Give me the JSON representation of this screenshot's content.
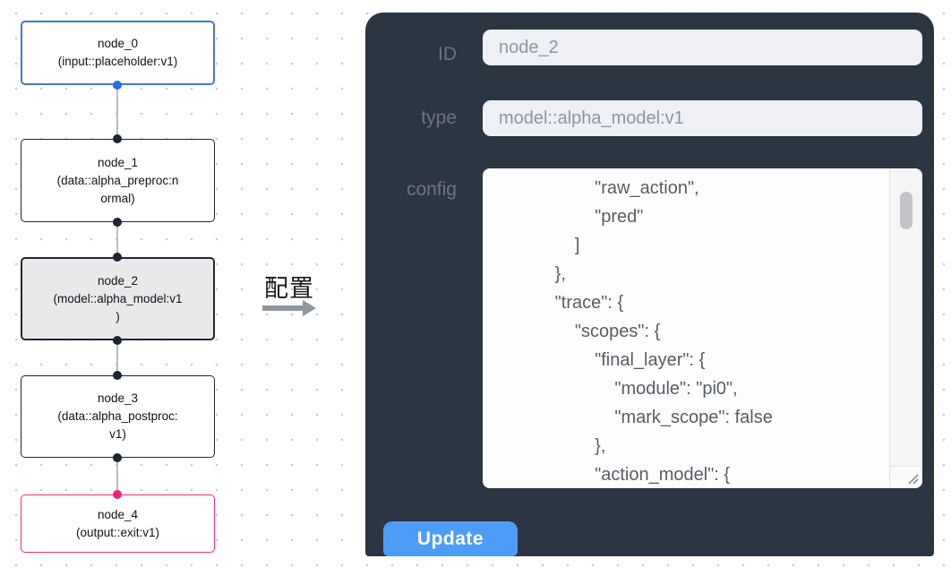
{
  "graph": {
    "nodes": [
      {
        "id": "node_0",
        "lines": [
          "node_0",
          "(input::placeholder:v1)"
        ],
        "accent": "#4b76cf",
        "selected": false
      },
      {
        "id": "node_1",
        "lines": [
          "node_1",
          "(data::alpha_preproc:n",
          "ormal)"
        ],
        "accent": "#20252f",
        "selected": false
      },
      {
        "id": "node_2",
        "lines": [
          "node_2",
          "(model::alpha_model:v1",
          ")"
        ],
        "accent": "#20252f",
        "selected": true
      },
      {
        "id": "node_3",
        "lines": [
          "node_3",
          "(data::alpha_postproc:",
          "v1)"
        ],
        "accent": "#20252f",
        "selected": false
      },
      {
        "id": "node_4",
        "lines": [
          "node_4",
          "(output::exit:v1)"
        ],
        "accent": "#ee2d7a",
        "selected": false
      }
    ]
  },
  "annotation": {
    "label": "配置"
  },
  "panel": {
    "id_label": "ID",
    "id_value": "node_2",
    "type_label": "type",
    "type_value": "model::alpha_model:v1",
    "config_label": "config",
    "config_value": "                    \"raw_action\",\n                    \"pred\"\n                ]\n            },\n            \"trace\": {\n                \"scopes\": {\n                    \"final_layer\": {\n                        \"module\": \"pi0\",\n                        \"mark_scope\": false\n                    },\n                    \"action_model\": {",
    "update_label": "Update"
  },
  "colors": {
    "panel_bg": "#2c3542",
    "accent_blue": "#4b76cf",
    "accent_pink": "#ee2d7a",
    "handle_blue": "#2b6ce0",
    "handle_pink": "#f0247e",
    "handle_dark": "#1b2430",
    "selected_node_bg": "#e9e9eb",
    "update_button_bg": "#4d9df6",
    "edge_gray": "#b9bdc4"
  }
}
